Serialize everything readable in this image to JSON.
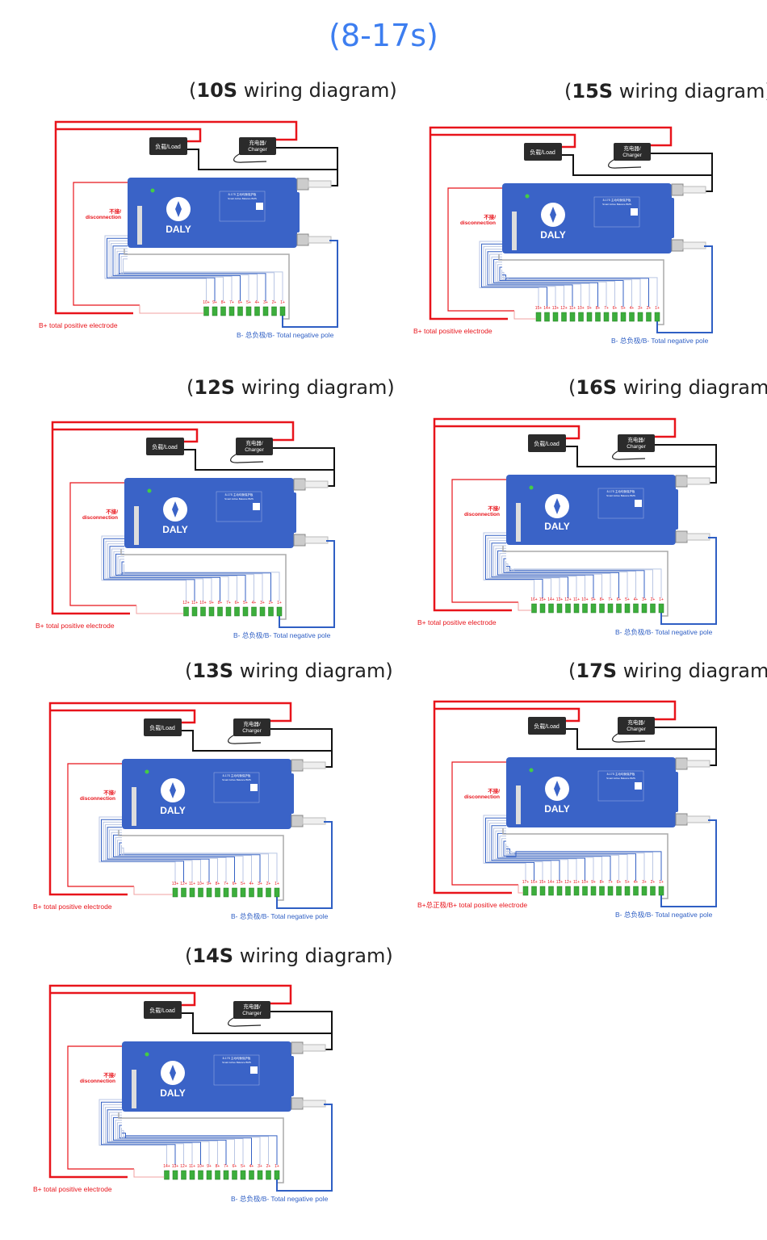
{
  "title": "(8-17s)",
  "colors": {
    "title": "#3d7ef0",
    "positive": "#e8141b",
    "negative": "#2f5fc4",
    "bms": "#3a63c7",
    "cell": "#3cae3c"
  },
  "common": {
    "load_label": "负载/Load",
    "charger_label_cn": "充电器/",
    "charger_label_en": "Charger",
    "disconnection_cn": "不接/",
    "disconnection_en": "disconnection",
    "brand": "DALY",
    "bms_model": "8-17S 主动均衡保护板",
    "bms_subtitle": "Smart Active Balance BMS",
    "negative_label": "B- 总负极/B- Total negative pole"
  },
  "panels": [
    {
      "prefix": "(",
      "series": "10S",
      "suffix": " wiring diagram)",
      "cells": 10,
      "positive_label": "B+ total positive electrode"
    },
    {
      "prefix": "(",
      "series": "15S",
      "suffix": " wiring diagram)",
      "cells": 15,
      "positive_label": "B+ total positive electrode"
    },
    {
      "prefix": "(",
      "series": "12S",
      "suffix": " wiring diagram)",
      "cells": 12,
      "positive_label": "B+ total positive electrode"
    },
    {
      "prefix": "(",
      "series": "16S",
      "suffix": " wiring diagram)",
      "cells": 16,
      "positive_label": "B+ total positive electrode"
    },
    {
      "prefix": "(",
      "series": "13S",
      "suffix": " wiring diagram)",
      "cells": 13,
      "positive_label": "B+ total positive electrode"
    },
    {
      "prefix": "(",
      "series": "17S",
      "suffix": " wiring diagram)",
      "cells": 17,
      "positive_label": "B+总正极/B+ total positive electrode"
    },
    {
      "prefix": "(",
      "series": "14S",
      "suffix": " wiring diagram)",
      "cells": 14,
      "positive_label": "B+ total positive electrode"
    }
  ]
}
